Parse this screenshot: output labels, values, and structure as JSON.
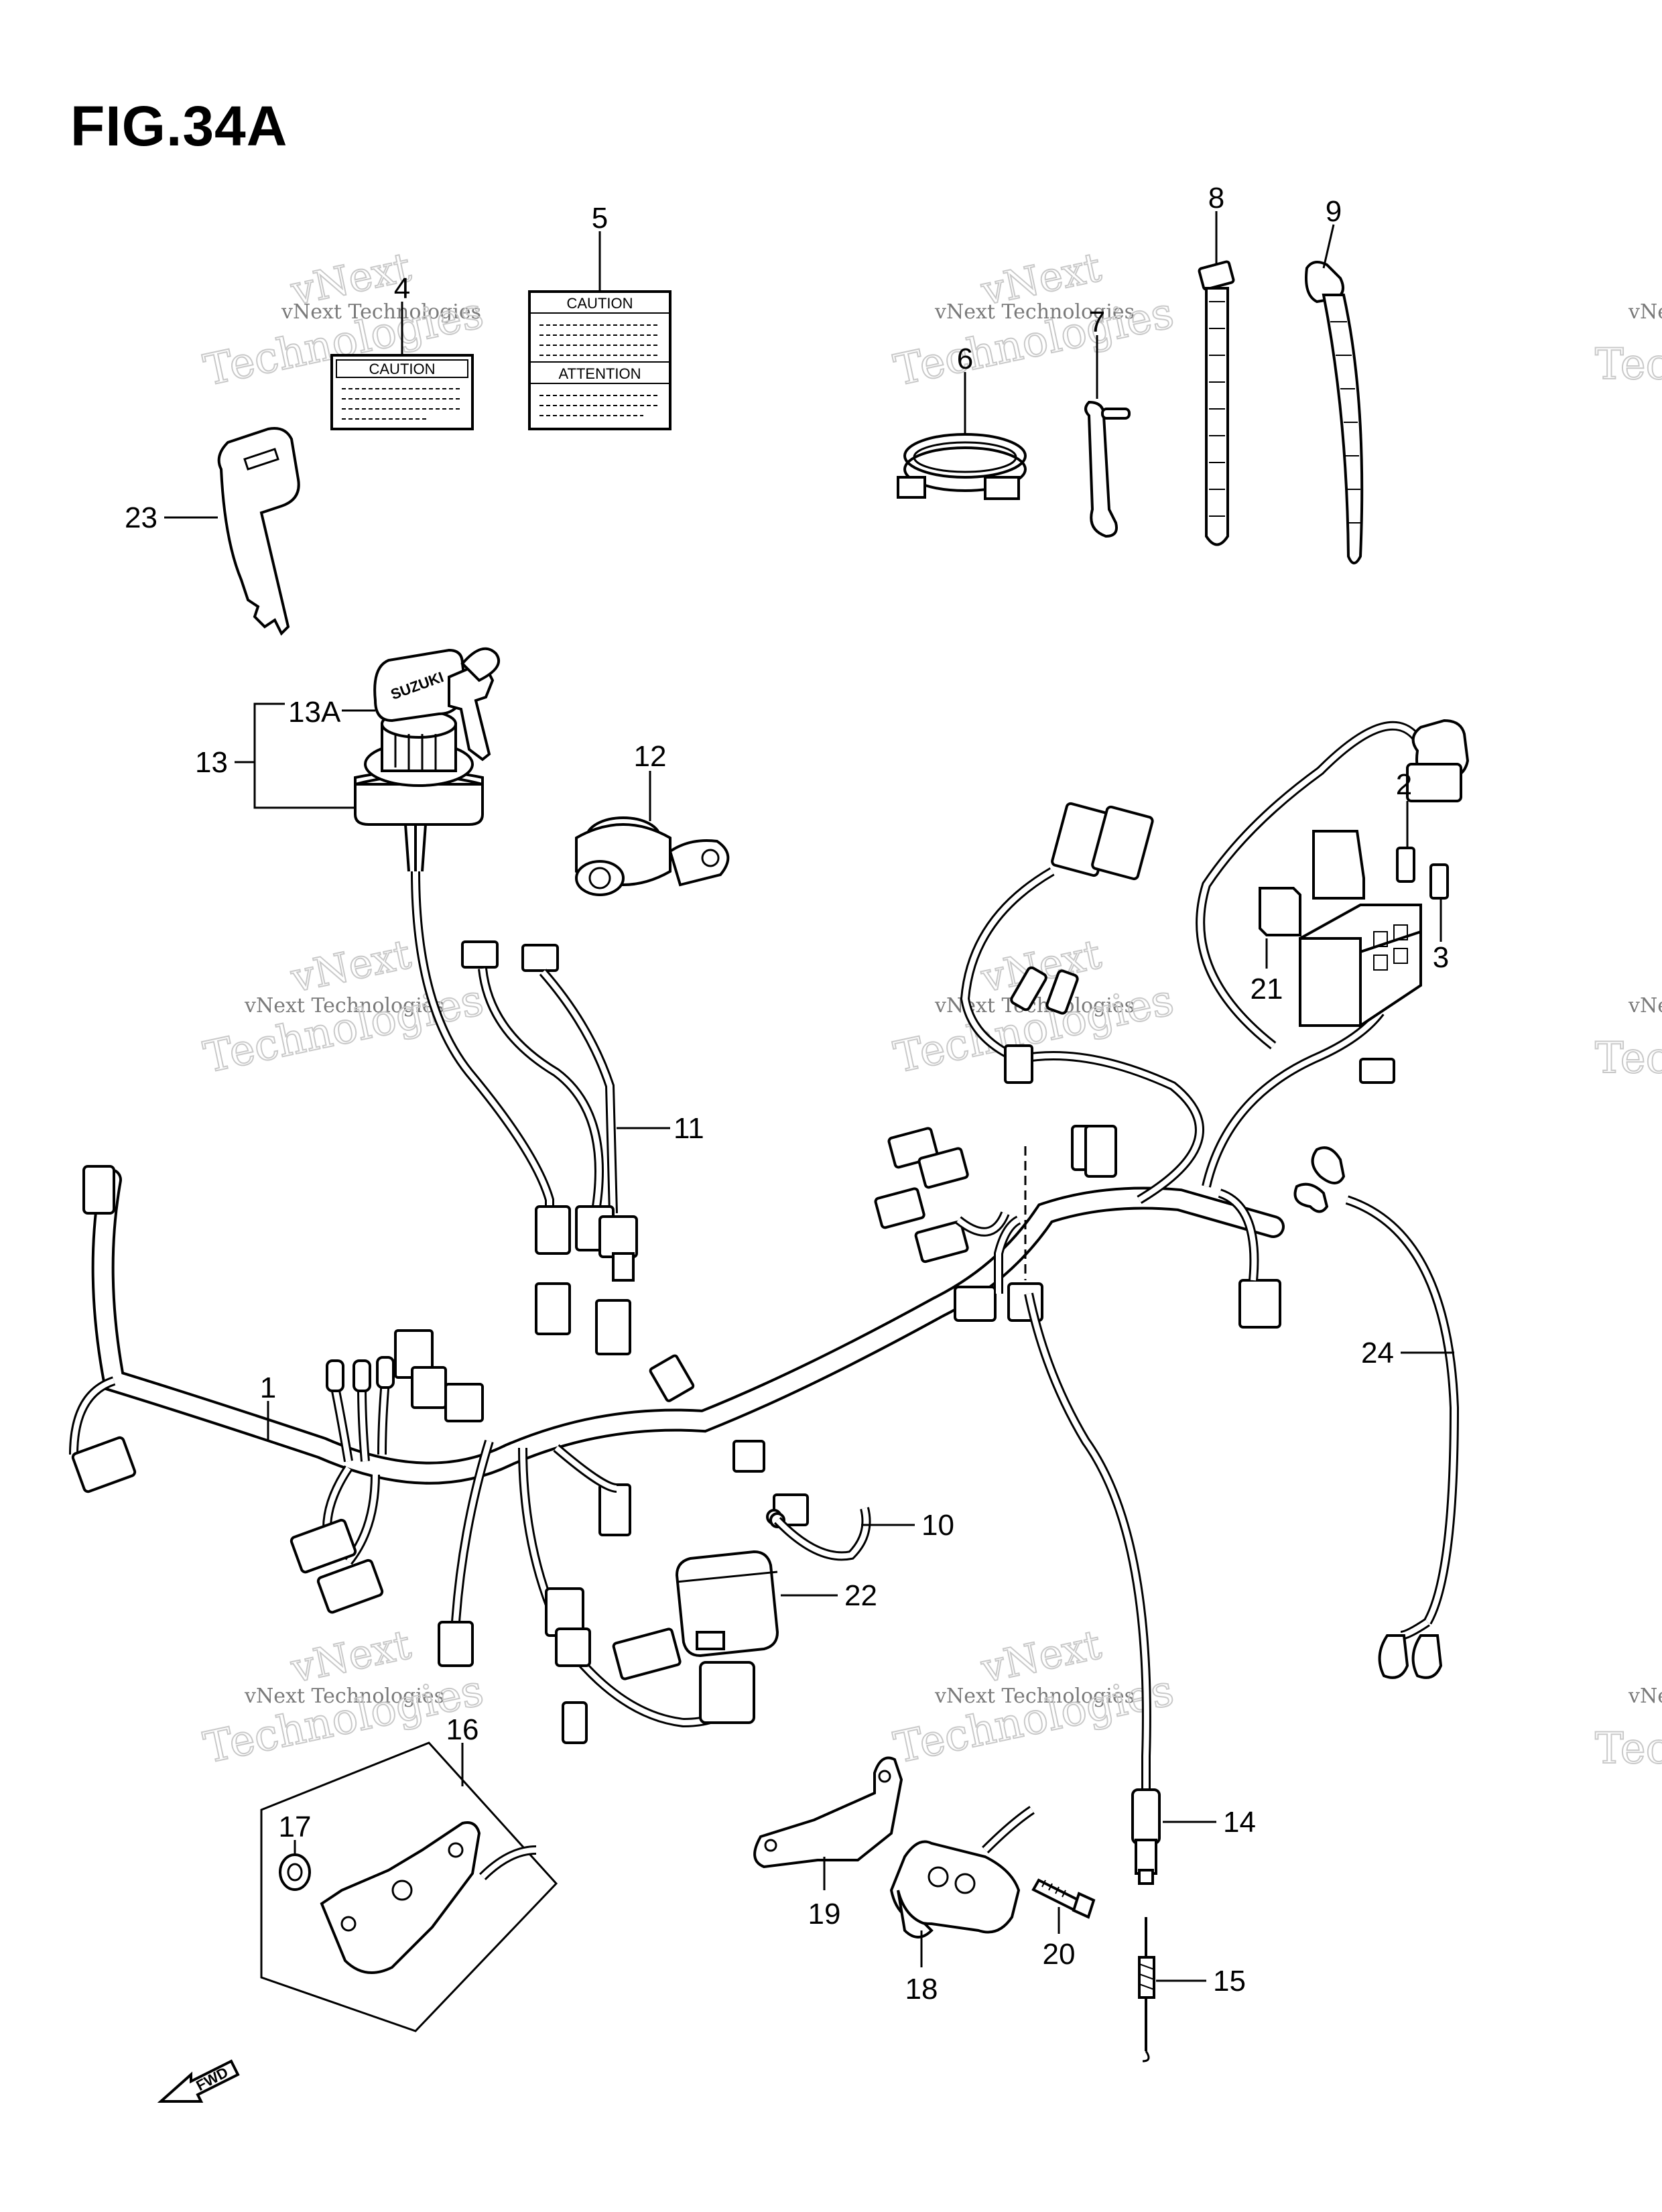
{
  "figure": {
    "title": "FIG.34A"
  },
  "watermark": {
    "line1": "vNext",
    "line2": "vNext Technologies",
    "line3": "Technologies"
  },
  "labels": {
    "caution_small": "CAUTION",
    "caution_big": "CAUTION",
    "attention": "ATTENTION",
    "key_brand": "SUZUKI",
    "fwd": "FWD"
  },
  "callouts": {
    "p1": "1",
    "p2": "2",
    "p3": "3",
    "p4": "4",
    "p5": "5",
    "p6": "6",
    "p7": "7",
    "p8": "8",
    "p9": "9",
    "p10": "10",
    "p11": "11",
    "p12": "12",
    "p13": "13",
    "p13a": "13A",
    "p14": "14",
    "p15": "15",
    "p16": "16",
    "p17": "17",
    "p18": "18",
    "p19": "19",
    "p20": "20",
    "p21": "21",
    "p22": "22",
    "p23": "23",
    "p24": "24"
  }
}
